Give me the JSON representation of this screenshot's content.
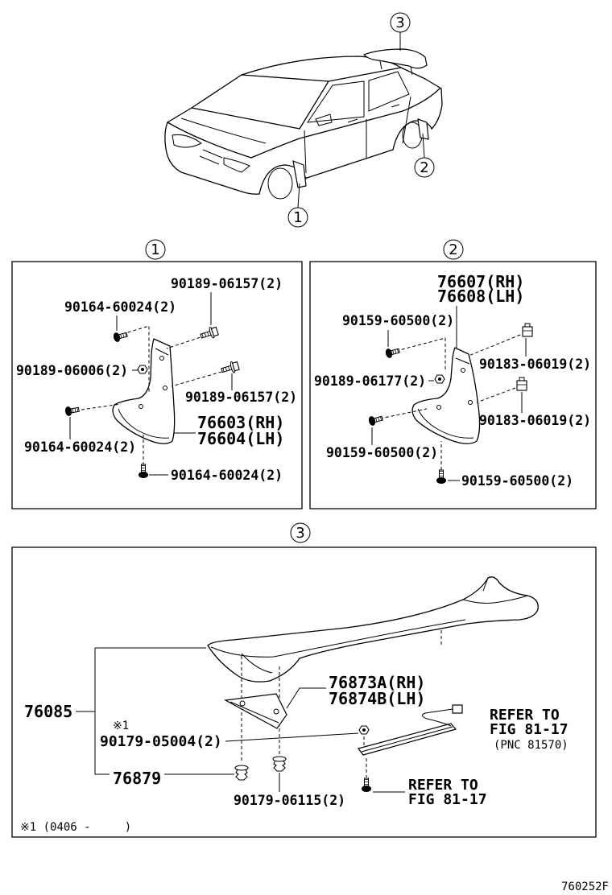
{
  "overview": {
    "callout_spoiler": "3",
    "callout_rear_mudguard": "2",
    "callout_front_mudguard": "1"
  },
  "section1": {
    "callout": "1",
    "bolt_upper": "90189-06157(2)",
    "screw_upper": "90164-60024(2)",
    "nut": "90189-06006(2)",
    "bolt_lower": "90189-06157(2)",
    "mudguard_rh": "76603(RH)",
    "mudguard_lh": "76604(LH)",
    "screw_lower_left": "90164-60024(2)",
    "screw_bottom": "90164-60024(2)"
  },
  "section2": {
    "callout": "2",
    "mudguard_rh": "76607(RH)",
    "mudguard_lh": "76608(LH)",
    "screw_upper": "90159-60500(2)",
    "clip_upper": "90183-06019(2)",
    "nut": "90189-06177(2)",
    "clip_lower": "90183-06019(2)",
    "screw_lower_left": "90159-60500(2)",
    "screw_bottom": "90159-60500(2)"
  },
  "section3": {
    "callout": "3",
    "bracket_rh": "76873A(RH)",
    "bracket_lh": "76874B(LH)",
    "spoiler": "76085",
    "lamp_ref_line1": "REFER TO",
    "lamp_ref_line2": "FIG 81-17",
    "lamp_ref_line3": "(PNC 81570)",
    "note_mark": "※1",
    "nut": "90179-05004(2)",
    "clip": "76879",
    "bolt_ref_line1": "REFER TO",
    "bolt_ref_line2": "FIG 81-17",
    "clip_small": "90179-06115(2)",
    "footnote": "※1 (0406 -     )"
  },
  "footer": {
    "figure_code": "760252F"
  }
}
